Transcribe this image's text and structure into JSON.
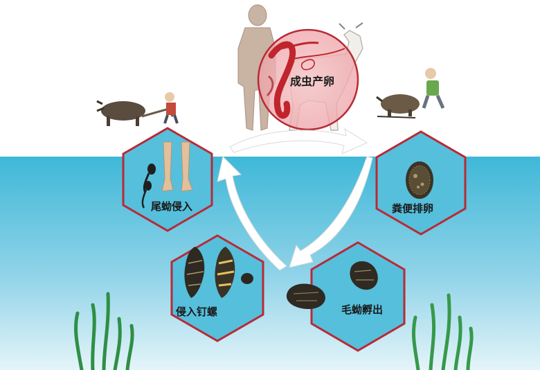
{
  "diagram": {
    "stages": {
      "adult": "成虫产卵",
      "feces": "粪便排卵",
      "miracidium": "毛蚴孵出",
      "snail": "侵入钉螺",
      "cercaria": "尾蚴侵入"
    }
  },
  "colors": {
    "sky": "#ffffff",
    "water_top": "#3fb8d8",
    "water_bottom": "#dff2f8",
    "hexagon_stroke": "#b82a35",
    "arrow_fill": "#ffffff",
    "grass": "#3fa050"
  },
  "icons": [
    "human-silhouette-icon",
    "cow-silhouette-icon",
    "farmer-with-buffalo-icon",
    "person-with-buffalo-icon",
    "legs-icon",
    "cercaria-larva-icon",
    "egg-icon",
    "snail-shell-icon",
    "miracidium-icon",
    "adult-worm-icon",
    "seaweed-icon"
  ]
}
